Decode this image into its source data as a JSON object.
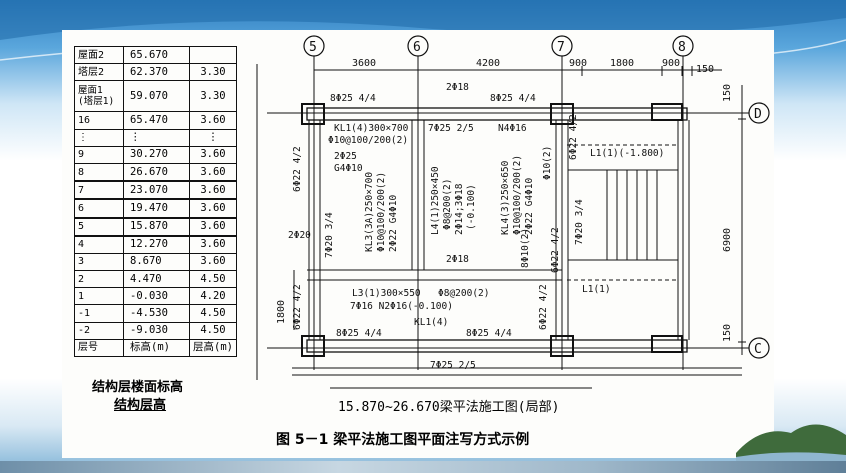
{
  "level_table": {
    "rows": [
      [
        "屋面2",
        "65.670",
        ""
      ],
      [
        "塔层2",
        "62.370",
        "3.30"
      ],
      [
        "屋面1\n(塔层1)",
        "59.070",
        "3.30"
      ],
      [
        "16",
        "65.470",
        "3.60"
      ],
      [
        "⋮",
        "⋮",
        "⋮"
      ],
      [
        "9",
        "30.270",
        "3.60"
      ],
      [
        "8",
        "26.670",
        "3.60"
      ],
      [
        "7",
        "23.070",
        "3.60"
      ],
      [
        "6",
        "19.470",
        "3.60"
      ],
      [
        "5",
        "15.870",
        "3.60"
      ],
      [
        "4",
        "12.270",
        "3.60"
      ],
      [
        "3",
        "8.670",
        "3.60"
      ],
      [
        "2",
        "4.470",
        "4.50"
      ],
      [
        "1",
        "-0.030",
        "4.20"
      ],
      [
        "-1",
        "-4.530",
        "4.50"
      ],
      [
        "-2",
        "-9.030",
        "4.50"
      ],
      [
        "层号",
        "标高(m)",
        "层高(m)"
      ]
    ],
    "caption_line1": "结构层楼面标高",
    "caption_line2": "结构层高"
  },
  "drawing": {
    "title": "15.870~26.670梁平法施工图(局部)",
    "figure_caption": "图 5－1  梁平法施工图平面注写方式示例",
    "axis_labels": [
      "5",
      "6",
      "7",
      "8",
      "D",
      "C"
    ],
    "top_dims": [
      "3600",
      "4200",
      "900",
      "1800",
      "900",
      "150"
    ],
    "right_dims": [
      "150",
      "6900",
      "150"
    ],
    "left_dim": "1800",
    "annotations": {
      "top_left_bar": "8Φ25 4/4",
      "top_mid_bar": "8Φ25 4/4",
      "top_mid_stir": "2Φ18",
      "kl1": "KL1(4)300×700",
      "kl1_stir": "Φ10@100/200(2)",
      "kl1_side": "2Φ25",
      "kl1_g": "G4Φ10",
      "bar_7_25": "7Φ25 2/5",
      "n4": "N4Φ16",
      "left_vert": "6Φ22 4/2",
      "l4": "L4(1)250×450",
      "l4_stir": "Φ8@200(2)",
      "l4_bar1": "2Φ14;3Φ18",
      "l4_level": "(-0.100)",
      "kl3": "KL3(3A)250×700",
      "kl3_stir": "Φ10@100/200(2)",
      "kl3_g": "2Φ22 G4Φ10",
      "kl4": "KL4(3)250×650",
      "kl4_stir": "Φ10@100/200(2)",
      "kl4_g": "2Φ22 G4Φ10",
      "col_stir": "Φ10(2)",
      "v6022": "6Φ22 4/2",
      "v7020": "7Φ20 3/4",
      "h2020": "2Φ20",
      "v8010": "8Φ10(2)",
      "l1a": "L1(1)(-1.800)",
      "v7020b": "7Φ20 3/4",
      "mid_2018": "2Φ18",
      "l3": "L3(1)300×550",
      "l3_stir": "Φ8@200(2)",
      "l3_bar": "7Φ16  N2Φ16(-0.100)",
      "kl1_4": "KL1(4)",
      "l1b": "L1(1)",
      "v6022b": "6Φ22 4/2",
      "left_low": "6Φ22 4/2",
      "bot_left": "8Φ25 4/4",
      "bot_mid": "8Φ25 4/4",
      "bot_long": "7Φ25 2/5",
      "v6022c": "6Φ22 4/2"
    }
  }
}
